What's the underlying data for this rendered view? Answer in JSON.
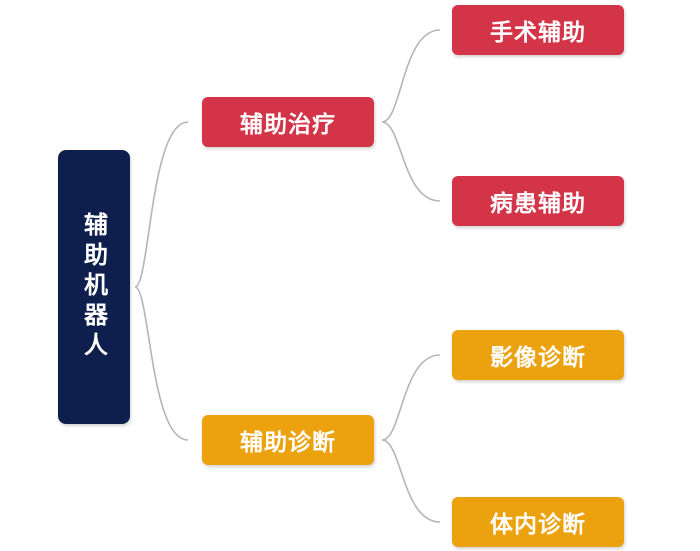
{
  "colors": {
    "root": "#0e1e4d",
    "treatment": "#d33447",
    "diagnosis": "#eca10e",
    "connector": "#b5b5b5"
  },
  "mindmap": {
    "root": {
      "label": "辅助机器人"
    },
    "branches": [
      {
        "label": "辅助治疗",
        "children": [
          {
            "label": "手术辅助"
          },
          {
            "label": "病患辅助"
          }
        ]
      },
      {
        "label": "辅助诊断",
        "children": [
          {
            "label": "影像诊断"
          },
          {
            "label": "体内诊断"
          }
        ]
      }
    ]
  }
}
